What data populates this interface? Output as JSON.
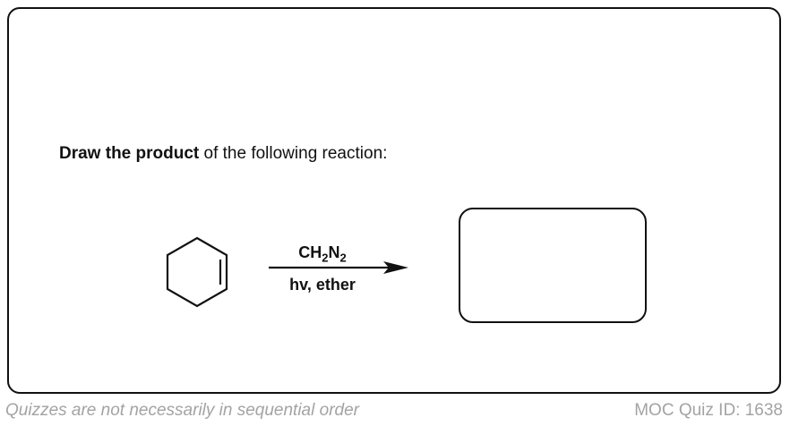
{
  "question": {
    "prompt_bold": "Draw the product",
    "prompt_rest": " of the following reaction:"
  },
  "reaction": {
    "reactant": "cyclohexene",
    "reagent_top": {
      "base": "CH",
      "sub1": "2",
      "mid": "N",
      "sub2": "2"
    },
    "reagent_bottom": "hv, ether"
  },
  "footer": {
    "left_note": "Quizzes are not necessarily in sequential order",
    "quiz_id": "MOC Quiz ID: 1638"
  },
  "colors": {
    "ink": "#111111",
    "footer_text": "#a3a3a3",
    "background": "#ffffff"
  }
}
